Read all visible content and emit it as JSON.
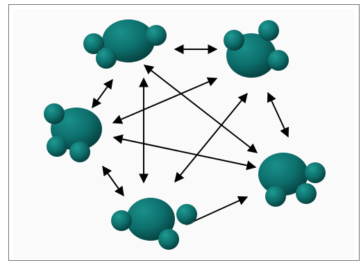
{
  "diagram": {
    "colors": {
      "frame_border": "#6e6e6e",
      "panel_bg": "#fafafa",
      "node_light": "#1a8f8a",
      "node_mid": "#0d6f6c",
      "node_dark": "#063f3e",
      "arrow": "#000000"
    },
    "nodes": [
      {
        "id": "node-top-left",
        "shape": "cluster"
      },
      {
        "id": "node-top-right",
        "shape": "cluster"
      },
      {
        "id": "node-left",
        "shape": "cluster"
      },
      {
        "id": "node-right",
        "shape": "cluster"
      },
      {
        "id": "node-bottom",
        "shape": "cluster"
      }
    ],
    "edges": [
      {
        "from": "node-top-left",
        "to": "node-top-right",
        "bidirectional": true
      },
      {
        "from": "node-top-left",
        "to": "node-left",
        "bidirectional": true
      },
      {
        "from": "node-top-left",
        "to": "node-right",
        "bidirectional": true
      },
      {
        "from": "node-top-left",
        "to": "node-bottom",
        "bidirectional": true
      },
      {
        "from": "node-top-right",
        "to": "node-left",
        "bidirectional": true
      },
      {
        "from": "node-top-right",
        "to": "node-right",
        "bidirectional": true
      },
      {
        "from": "node-top-right",
        "to": "node-bottom",
        "bidirectional": true
      },
      {
        "from": "node-left",
        "to": "node-right",
        "bidirectional": true
      },
      {
        "from": "node-left",
        "to": "node-bottom",
        "bidirectional": true
      },
      {
        "from": "node-bottom",
        "to": "node-right",
        "bidirectional": false
      }
    ]
  }
}
